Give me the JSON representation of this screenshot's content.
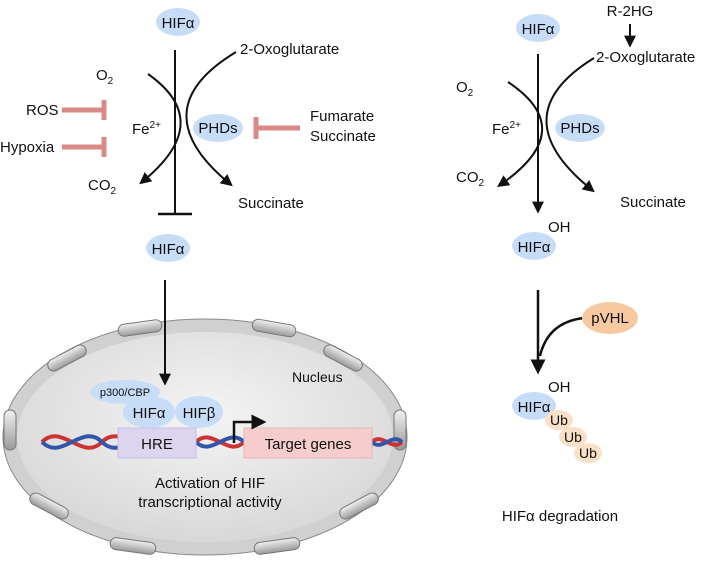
{
  "colors": {
    "hif_blue": "#c7dcf7",
    "inhibitor_red": "#d98a86",
    "pvhl_orange": "#f6c9a1",
    "ub_peach": "#fbe0c8",
    "hre_box": "#ddd4ef",
    "target_box": "#f6cdcd",
    "nucleus_fill": "#e9e9e9",
    "dna_red": "#cc3333",
    "dna_blue": "#3355aa"
  },
  "left": {
    "hif_top": "HIFα",
    "oxoglutarate": "2-Oxoglutarate",
    "o2_main": "O",
    "o2_sub": "2",
    "ros": "ROS",
    "hypoxia": "Hypoxia",
    "fe_main": "Fe",
    "fe_sup": "2+",
    "phds": "PHDs",
    "fumarate": "Fumarate",
    "succinate_inhib": "Succinate",
    "co2_main": "CO",
    "co2_sub": "2",
    "succinate": "Succinate",
    "hif_bottom": "HIFα",
    "nucleus": "Nucleus",
    "p300": "p300/CBP",
    "hif_alpha": "HIFα",
    "hif_beta": "HIFβ",
    "hre": "HRE",
    "target_genes": "Target genes",
    "activation_line1": "Activation of HIF",
    "activation_line2": "transcriptional activity"
  },
  "right": {
    "hif_top": "HIFα",
    "r2hg": "R-2HG",
    "oxoglutarate": "2-Oxoglutarate",
    "o2_main": "O",
    "o2_sub": "2",
    "fe_main": "Fe",
    "fe_sup": "2+",
    "phds": "PHDs",
    "co2_main": "CO",
    "co2_sub": "2",
    "succinate": "Succinate",
    "oh": "OH",
    "hif_oh": "HIFα",
    "pvhl": "pVHL",
    "oh2": "OH",
    "hif_ub": "HIFα",
    "ub1": "Ub",
    "ub2": "Ub",
    "ub3": "Ub",
    "degradation": "HIFα degradation"
  }
}
